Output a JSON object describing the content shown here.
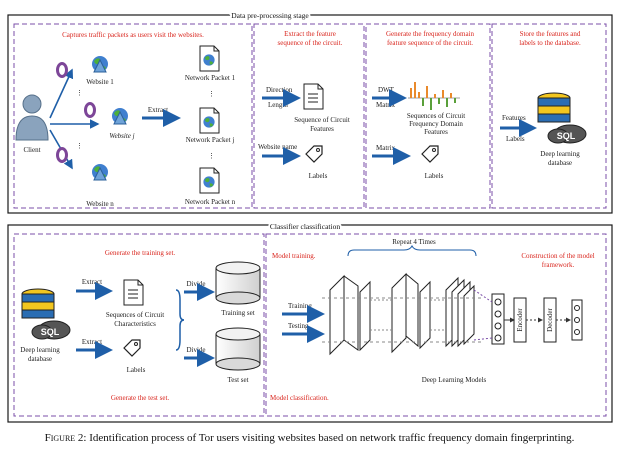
{
  "top_panel": {
    "title": "Data pre-processing stage",
    "steps": [
      "Captures traffic packets as users visit the websites.",
      "Extract the feature sequence of the circuit.",
      "Generate the frequency domain feature sequence of the circuit.",
      "Store the features and labels to the database."
    ],
    "client_label": "Client",
    "websites": [
      "Website 1",
      "Website j",
      "Website n"
    ],
    "extract_label": "Extract",
    "packets": [
      "Network Packet 1",
      "Network Packet j",
      "Network Packet n"
    ],
    "direction_label": "Direction",
    "length_label": "Length",
    "website_name_label": "Website name",
    "circuit_seq_label": "Sequence of Circuit Features",
    "labels_label": "Labels",
    "dwt_label": "DWT",
    "matrix_label": "Matrix",
    "freq_seq_label": "Sequences of Circuit Frequency Domain Features",
    "features_label": "Features",
    "db_label": "Deep learning database",
    "sql_label": "SQL"
  },
  "bottom_panel": {
    "title": "Classifier classification",
    "generate_training": "Generate the training set.",
    "generate_test": "Generate the test set.",
    "db_label": "Deep learning database",
    "sql_label": "SQL",
    "extract_label": "Extract",
    "circuit_char_label": "Sequences of Circuit Characteristics",
    "labels_label": "Labels",
    "divide_label": "Divide",
    "training_set": "Training set",
    "test_set": "Test set",
    "model_training": "Model training.",
    "model_classification": "Model classification.",
    "training_label": "Training",
    "testing_label": "Testing",
    "repeat_label": "Repeat 4 Times",
    "construction_label": "Construction of the model framework.",
    "encoder_label": "Encoder",
    "decoder_label": "Decoder",
    "models_label": "Deep Learning Models"
  },
  "caption": {
    "prefix": "Figure 2:",
    "text": "Identification process of Tor users visiting websites based on network traffic frequency domain fingerprinting."
  },
  "colors": {
    "border": "#1a1a1a",
    "dashed": "#7b4fa8",
    "arrow": "#1f5fa8",
    "red_text": "#d9251d",
    "db_yellow": "#f2c61f",
    "db_blue": "#2a6db3"
  }
}
